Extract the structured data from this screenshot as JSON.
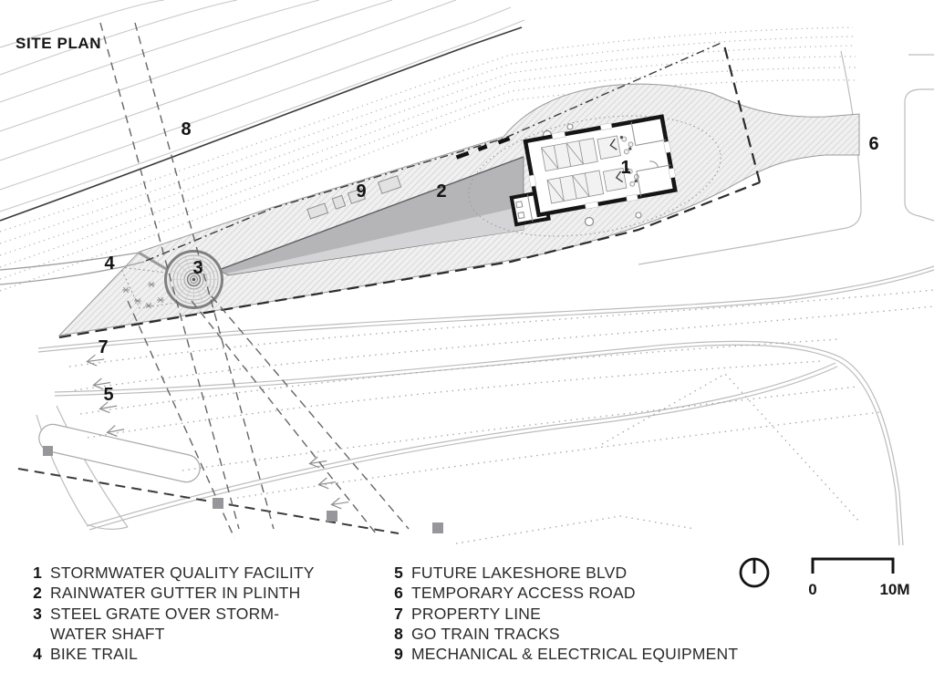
{
  "title": "SITE PLAN",
  "colors": {
    "ink": "#1f1f1f",
    "track_gray": "#c9c9c9",
    "hatch_gray": "#c6c6c6",
    "gutter_gray": "#b5b5b8",
    "tree_gray": "#97979b",
    "dash_black": "#2c2c2c"
  },
  "callouts": [
    "1",
    "2",
    "3",
    "4",
    "5",
    "6",
    "7",
    "8",
    "9"
  ],
  "legend": {
    "left": [
      {
        "num": "1",
        "label": "STORMWATER QUALITY FACILITY",
        "label2": ""
      },
      {
        "num": "2",
        "label": "RAINWATER GUTTER IN PLINTH",
        "label2": ""
      },
      {
        "num": "3",
        "label": "STEEL GRATE OVER STORM-",
        "label2": "WATER SHAFT"
      },
      {
        "num": "4",
        "label": "BIKE TRAIL",
        "label2": ""
      }
    ],
    "right": [
      {
        "num": "5",
        "label": "FUTURE LAKESHORE BLVD",
        "label2": ""
      },
      {
        "num": "6",
        "label": "TEMPORARY ACCESS ROAD",
        "label2": ""
      },
      {
        "num": "7",
        "label": "PROPERTY LINE",
        "label2": ""
      },
      {
        "num": "8",
        "label": "GO TRAIN TRACKS",
        "label2": ""
      },
      {
        "num": "9",
        "label": "MECHANICAL & ELECTRICAL EQUIPMENT",
        "label2": ""
      }
    ]
  },
  "scale_bar": {
    "start": "0",
    "end": "10M"
  }
}
